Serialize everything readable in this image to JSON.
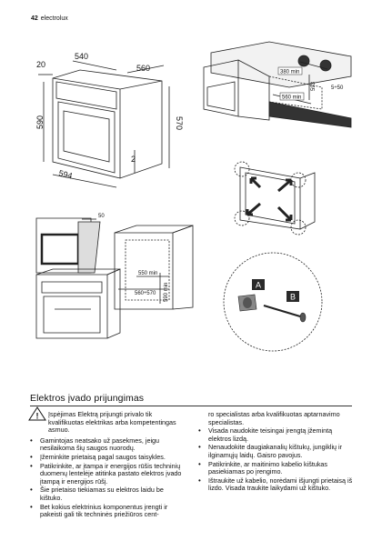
{
  "header": {
    "page_number": "42",
    "brand": "electrolux"
  },
  "figures": {
    "dims_front": [
      "20",
      "540",
      "560",
      "590",
      "570",
      "594",
      "2"
    ],
    "niche_dims": [
      "380 min",
      "560 min",
      "593",
      "5÷50"
    ],
    "side_dims": [
      "50"
    ],
    "column_dims": [
      "550 min",
      "560÷570",
      "590 min"
    ],
    "part_labels": [
      "A",
      "B"
    ]
  },
  "section": {
    "title": "Elektros įvado prijungimas",
    "warning": "Įspėjimas Elektrą prijungti privalo tik kvalifikuotas elektrikas arba kompetentingas asmuo.",
    "left_items": [
      "Gamintojas neatsako už pasekmes, jeigu nesilaikoma šių saugos nuorodų.",
      "Įžeminkite prietaisą pagal saugos taisykles.",
      "Patikrinkite, ar įtampa ir energijos rūšis techninių duomenų lentelėje atitinka pastato elektros įvado įtampą ir energijos rūšį.",
      "Šie prietaiso tiekiamas su elektros laidu be kištuko.",
      "Bet kokius elektrinius komponentus įrengti ir pakeisti gali tik techninės priežiūros cent-"
    ],
    "right_continuation": "ro specialistas arba kvalifikuotas aptarnavimo specialistas.",
    "right_items": [
      "Visada naudokite teisingai įrengtą įžemintą elektros lizdą.",
      "Nenaudokite daugiakanalių kištukų, jungiklių ir ilginamųjų laidų. Gaisro pavojus.",
      "Patikrinkite, ar maitinimo kabelio kištukas pasiekiamas po įrengimo.",
      "Ištraukite už kabelio, norėdami išjungti prietaisą iš lizdo. Visada traukite laikydami už kištuko."
    ]
  }
}
